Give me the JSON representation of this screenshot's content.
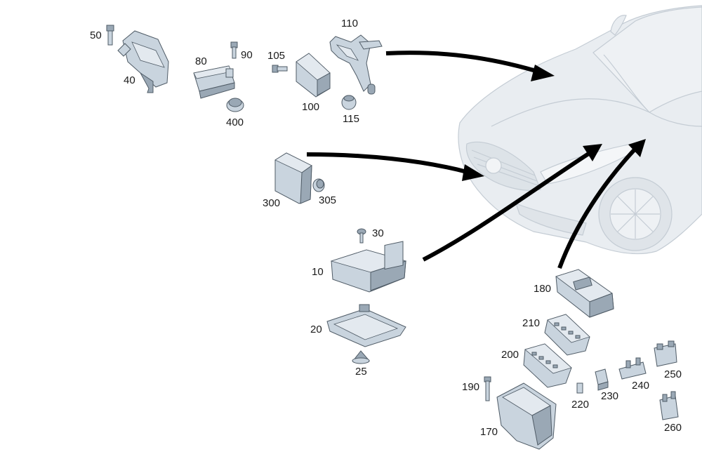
{
  "parts": [
    {
      "id": "p50",
      "label": "50"
    },
    {
      "id": "p40",
      "label": "40"
    },
    {
      "id": "p80",
      "label": "80"
    },
    {
      "id": "p90",
      "label": "90"
    },
    {
      "id": "p400",
      "label": "400"
    },
    {
      "id": "p105",
      "label": "105"
    },
    {
      "id": "p100",
      "label": "100"
    },
    {
      "id": "p110",
      "label": "110"
    },
    {
      "id": "p115",
      "label": "115"
    },
    {
      "id": "p300",
      "label": "300"
    },
    {
      "id": "p305",
      "label": "305"
    },
    {
      "id": "p30",
      "label": "30"
    },
    {
      "id": "p10",
      "label": "10"
    },
    {
      "id": "p20",
      "label": "20"
    },
    {
      "id": "p25",
      "label": "25"
    },
    {
      "id": "p180",
      "label": "180"
    },
    {
      "id": "p210",
      "label": "210"
    },
    {
      "id": "p200",
      "label": "200"
    },
    {
      "id": "p190",
      "label": "190"
    },
    {
      "id": "p170",
      "label": "170"
    },
    {
      "id": "p220",
      "label": "220"
    },
    {
      "id": "p230",
      "label": "230"
    },
    {
      "id": "p240",
      "label": "240"
    },
    {
      "id": "p250",
      "label": "250"
    },
    {
      "id": "p260",
      "label": "260"
    }
  ],
  "colors": {
    "part_fill": "#c9d4de",
    "part_stroke": "#4f5b66",
    "car_fill": "#e9edf1",
    "arrow": "#000000"
  }
}
